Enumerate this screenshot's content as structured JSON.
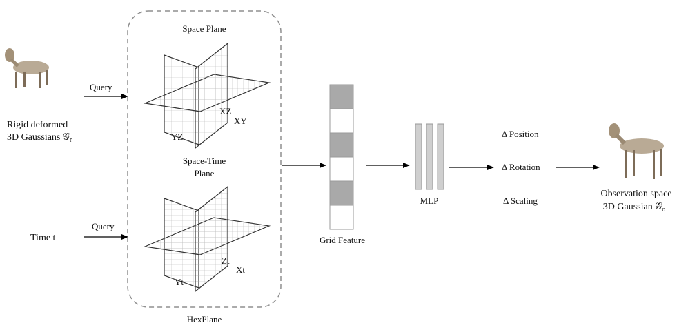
{
  "input": {
    "gaussians_label_line1": "Rigid deformed",
    "gaussians_label_line2": "3D Gaussians 𝒢",
    "gaussians_subscript": "r",
    "time_label": "Time t"
  },
  "query_labels": [
    "Query",
    "Query"
  ],
  "hexplane": {
    "title": "HexPlane",
    "space_plane_title": "Space Plane",
    "space_time_title_line1": "Space-Time",
    "space_time_title_line2": "Plane",
    "space_axes": [
      "XZ",
      "XY",
      "YZ"
    ],
    "time_axes": [
      "Zt",
      "Xt",
      "Yt"
    ]
  },
  "grid_feature": {
    "label": "Grid Feature",
    "cells": [
      "filled",
      "empty",
      "filled",
      "empty",
      "filled",
      "empty"
    ],
    "filled_color": "#a9a9a9"
  },
  "mlp": {
    "label": "MLP",
    "bar_color": "#cfcfcf"
  },
  "deltas": [
    "Δ Position",
    "Δ Rotation",
    "Δ Scaling"
  ],
  "output": {
    "label_line1": "Observation space",
    "label_line2": "3D Gaussian 𝒢",
    "subscript": "o"
  }
}
